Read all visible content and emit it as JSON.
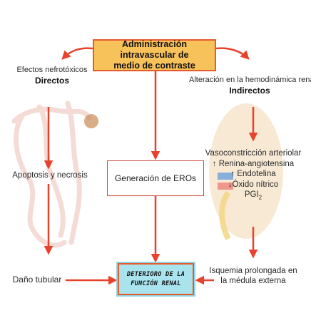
{
  "top_box": {
    "line1": "Administración intravascular de",
    "line2": "medio de contraste"
  },
  "left": {
    "heading": "Efectos nefrotóxicos",
    "subheading": "Directos",
    "step1": "Apoptosis y necrosis",
    "step2": "Daño tubular"
  },
  "right": {
    "heading": "Alteración en la hemodinámica renal",
    "subheading": "Indirectos",
    "list": [
      "Vasoconstricción arteriolar",
      "↑ Renina-angiotensina",
      "↑ Endotelina",
      "↓Óxido nítrico",
      "PGI"
    ],
    "list_last_sub": "2",
    "step2_line1": "Isquemia prolongada en",
    "step2_line2": "la médula externa"
  },
  "center": {
    "eros": "Generación de EROs"
  },
  "outcome": {
    "line1": "DETERIORO DE LA",
    "line2": "FUNCIÓN RENAL"
  },
  "colors": {
    "arrow": "#e8412c",
    "top_fill": "#f8c25a",
    "outcome_fill": "#a9e4ee"
  }
}
